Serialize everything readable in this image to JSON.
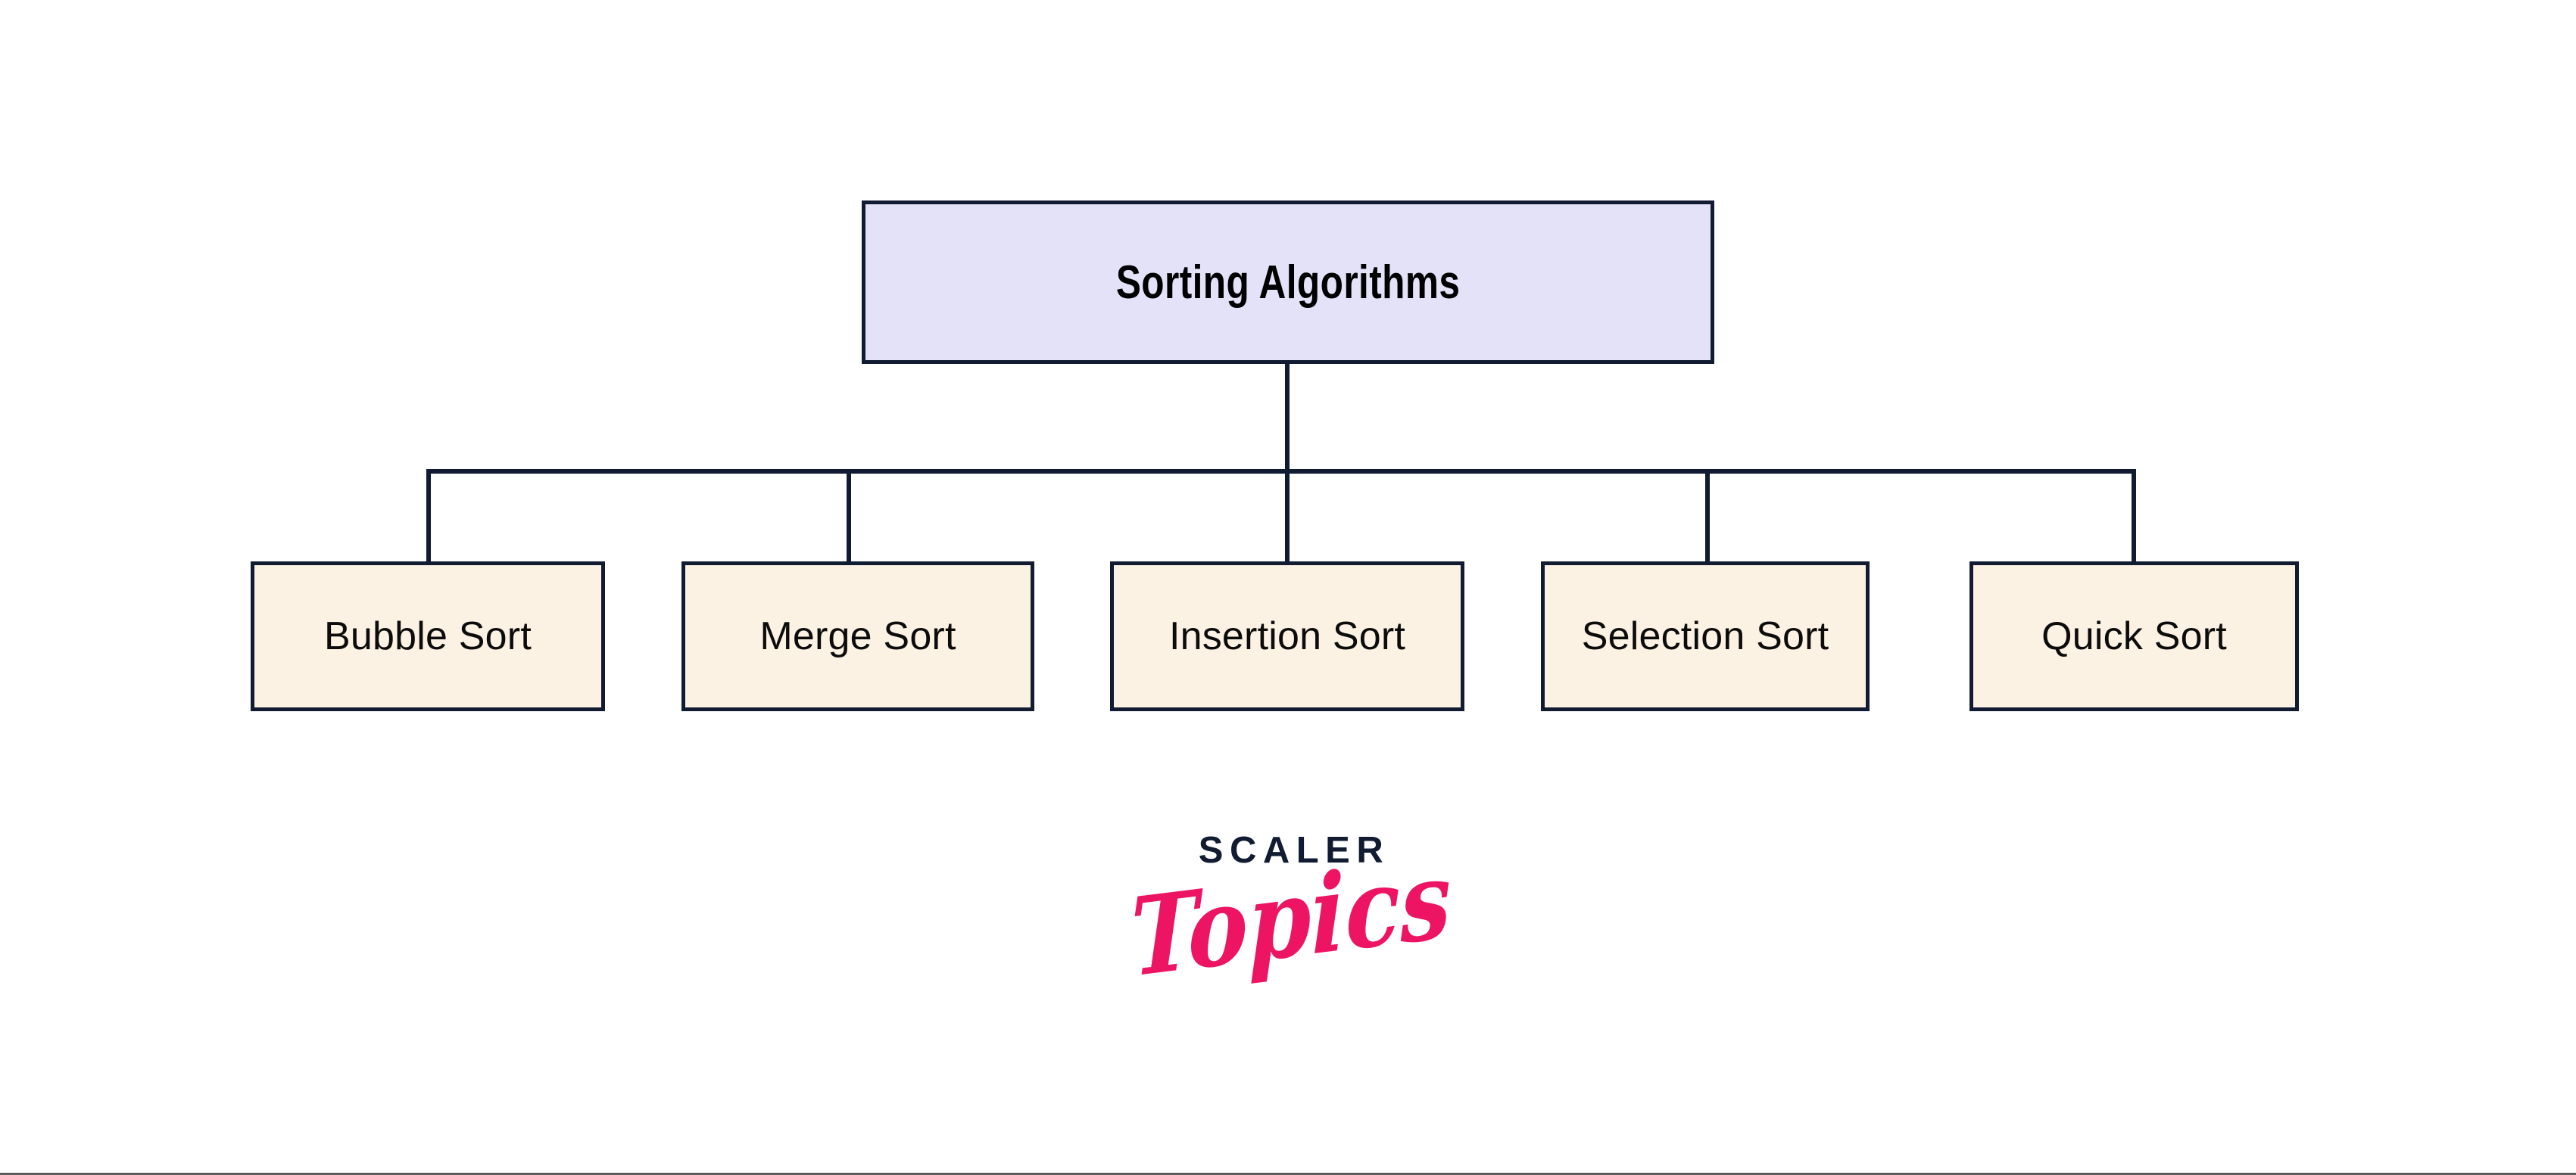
{
  "diagram": {
    "type": "tree-hierarchy",
    "root": {
      "label": "Sorting Algorithms",
      "fill_color": "#e4e2f8",
      "border_color": "#111c33"
    },
    "children": [
      {
        "label": "Bubble Sort",
        "fill_color": "#fcf2e3",
        "border_color": "#111c33"
      },
      {
        "label": "Merge Sort",
        "fill_color": "#fcf2e3",
        "border_color": "#111c33"
      },
      {
        "label": "Insertion Sort",
        "fill_color": "#fcf2e3",
        "border_color": "#111c33"
      },
      {
        "label": "Selection Sort",
        "fill_color": "#fcf2e3",
        "border_color": "#111c33"
      },
      {
        "label": "Quick Sort",
        "fill_color": "#fcf2e3",
        "border_color": "#111c33"
      }
    ],
    "connector_color": "#111c33"
  },
  "logo": {
    "wordmark": "SCALER",
    "script": "Topics",
    "wordmark_color": "#111c33",
    "script_color": "#ee1464"
  }
}
